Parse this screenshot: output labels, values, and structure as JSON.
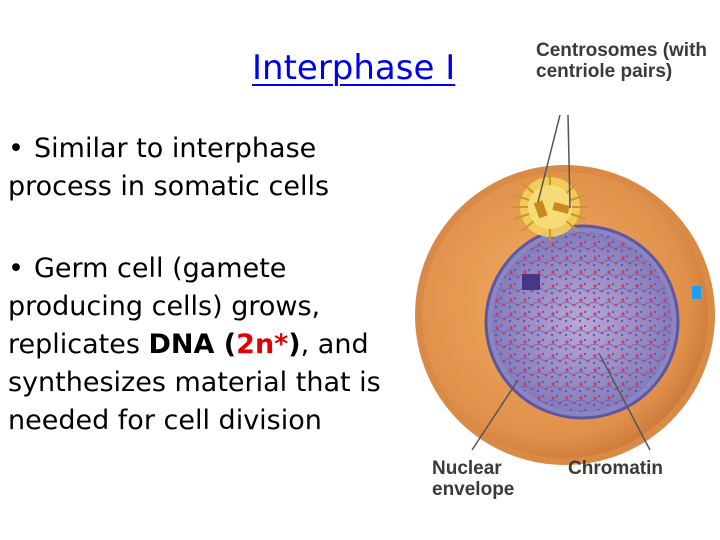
{
  "slide": {
    "title": "Interphase I",
    "bullet1": "Similar to interphase process in somatic cells",
    "bullet2": {
      "part1": "Germ cell (gamete producing cells) grows, replicates ",
      "dna": "DNA",
      "paren_open": " (",
      "ploidy": "2n*",
      "paren_close": ")",
      "part2": ", and synthesizes material that is needed for cell division"
    },
    "bullet_symbol": "•"
  },
  "diagram": {
    "label_centrosomes": "Centrosomes (with centriole pairs)",
    "label_nuclear": "Nuclear envelope",
    "label_chromatin": "Chromatin"
  },
  "colors": {
    "title": "#0000ee",
    "highlight": "#e00000",
    "cytoplasm": "#e89a4e",
    "nucleus": "#9a8fc8",
    "marker": "#1aa0ee"
  }
}
